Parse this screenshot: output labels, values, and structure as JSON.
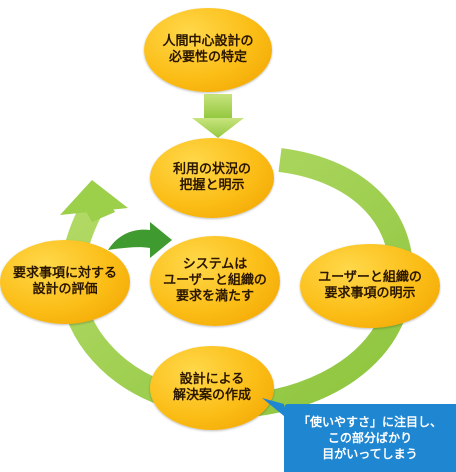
{
  "diagram": {
    "nodes": {
      "top": "人間中心設計の\n必要性の特定",
      "context": "利用の状況の\n把握と明示",
      "requirements": "ユーザーと組織の\n要求事項の明示",
      "design": "設計による\n解決案の作成",
      "evaluation": "要求事項に対する\n設計の評価",
      "center": "システムは\nユーザーと組織の\n要求を満たす"
    },
    "callout": "「使いやすさ」に注目し、\nこの部分ばかり\n目がいってしまう",
    "colors": {
      "node_fill": "#fbbd16",
      "cycle_arrow": "#9ccf4a",
      "down_arrow": "#9ccf4a",
      "exit_arrow": "#3f9a2f",
      "callout_bg": "#1f86d1"
    }
  }
}
